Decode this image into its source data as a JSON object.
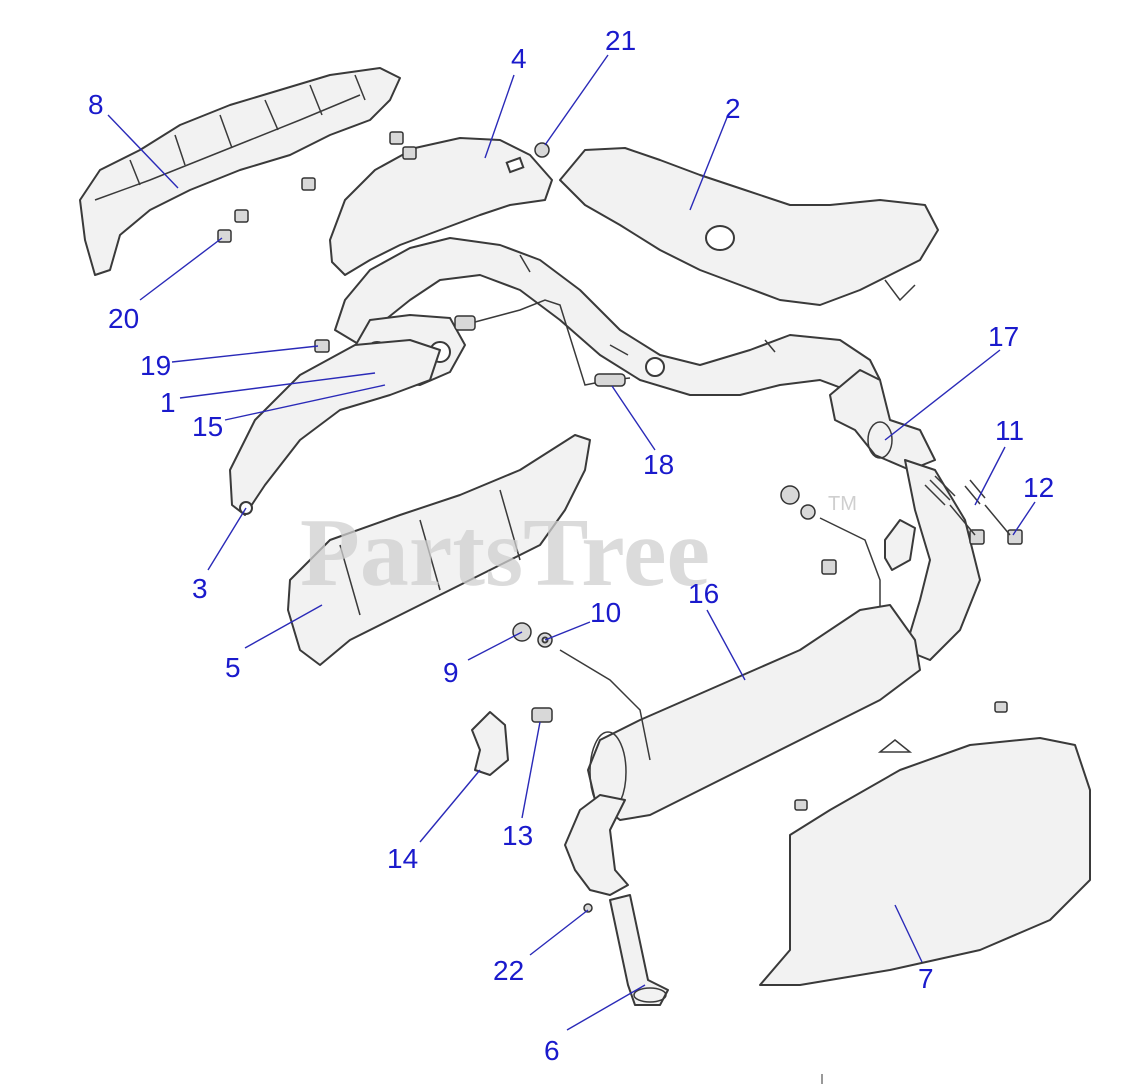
{
  "watermark": {
    "text": "PartsTree",
    "tm": "TM"
  },
  "callouts": [
    {
      "id": "c1",
      "label": "1"
    },
    {
      "id": "c2",
      "label": "2"
    },
    {
      "id": "c3",
      "label": "3"
    },
    {
      "id": "c4",
      "label": "4"
    },
    {
      "id": "c5",
      "label": "5"
    },
    {
      "id": "c6",
      "label": "6"
    },
    {
      "id": "c7",
      "label": "7"
    },
    {
      "id": "c8",
      "label": "8"
    },
    {
      "id": "c9",
      "label": "9"
    },
    {
      "id": "c10",
      "label": "10"
    },
    {
      "id": "c11",
      "label": "11"
    },
    {
      "id": "c12",
      "label": "12"
    },
    {
      "id": "c13",
      "label": "13"
    },
    {
      "id": "c14",
      "label": "14"
    },
    {
      "id": "c15",
      "label": "15"
    },
    {
      "id": "c16",
      "label": "16"
    },
    {
      "id": "c17",
      "label": "17"
    },
    {
      "id": "c18",
      "label": "18"
    },
    {
      "id": "c19",
      "label": "19"
    },
    {
      "id": "c20",
      "label": "20"
    },
    {
      "id": "c21",
      "label": "21"
    },
    {
      "id": "c22",
      "label": "22"
    }
  ],
  "colors": {
    "callout": "#1a1acc",
    "leader": "#2a2ab8",
    "part_fill": "#f2f2f2",
    "outline": "#3a3a3a",
    "watermark": "#cfcfcf"
  }
}
